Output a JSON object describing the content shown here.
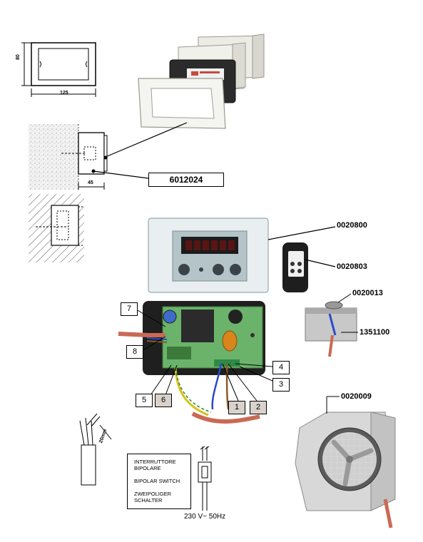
{
  "dimensions": {
    "height_80": "80",
    "width_125": "125",
    "depth_45": "45",
    "cable_20mm": "20mm"
  },
  "parts": {
    "box_part": "6012024",
    "panel_part": "0020800",
    "remote_part": "0020803",
    "sensor_part": "0020013",
    "sensor_housing_part": "1351100",
    "fan_part": "0020009"
  },
  "terminals": [
    "1",
    "2",
    "3",
    "4",
    "5",
    "6",
    "7",
    "8"
  ],
  "switch_note": {
    "line1": "INTERRUTTORE",
    "line2": "BIPOLARE",
    "line3": "BIPOLAR SWITCH",
    "line4": "ZWEIPOLIGER",
    "line5": "SCHALTER"
  },
  "supply": "230 V~  50Hz",
  "colors": {
    "outline": "#000000",
    "panel_face": "#e9eef0",
    "display_face": "#b4c4c8",
    "pcb_green": "#6bb36b",
    "cable_red": "#c96a55",
    "shaded_box": "#d9d2cc",
    "metal": "#c8c8c8"
  }
}
